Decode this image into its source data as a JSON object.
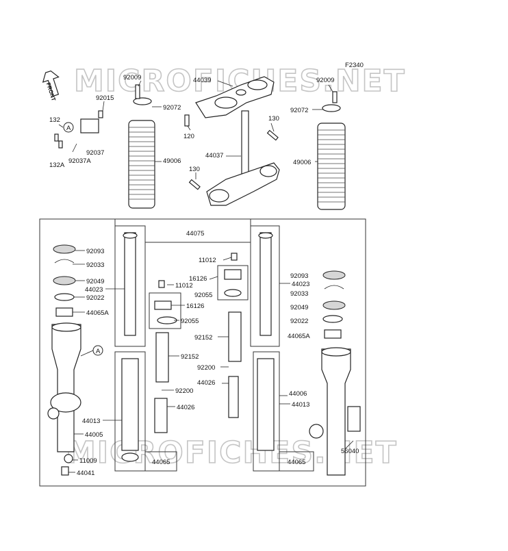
{
  "diagram": {
    "code": "F2340",
    "watermark": "MICROFICHES.NET",
    "front_label": "FRONT",
    "callouts": [
      {
        "id": "c_92009_l",
        "text": "92009"
      },
      {
        "id": "c_92015",
        "text": "92015"
      },
      {
        "id": "c_92072_l",
        "text": "92072"
      },
      {
        "id": "c_132",
        "text": "132"
      },
      {
        "id": "c_a_top",
        "text": "A"
      },
      {
        "id": "c_92037",
        "text": "92037"
      },
      {
        "id": "c_92037a",
        "text": "92037A"
      },
      {
        "id": "c_132a",
        "text": "132A"
      },
      {
        "id": "c_49006_l",
        "text": "49006"
      },
      {
        "id": "c_44039",
        "text": "44039"
      },
      {
        "id": "c_120",
        "text": "120"
      },
      {
        "id": "c_130_t",
        "text": "130"
      },
      {
        "id": "c_44037",
        "text": "44037"
      },
      {
        "id": "c_130_b",
        "text": "130"
      },
      {
        "id": "c_92009_r",
        "text": "92009"
      },
      {
        "id": "c_92072_r",
        "text": "92072"
      },
      {
        "id": "c_49006_r",
        "text": "49006"
      },
      {
        "id": "c_44075",
        "text": "44075"
      },
      {
        "id": "c_92093_l",
        "text": "92093"
      },
      {
        "id": "c_92033_l",
        "text": "92033"
      },
      {
        "id": "c_92049_l",
        "text": "92049"
      },
      {
        "id": "c_44023_l",
        "text": "44023"
      },
      {
        "id": "c_92022_l",
        "text": "92022"
      },
      {
        "id": "c_44065a_l",
        "text": "44065A"
      },
      {
        "id": "c_a_fork",
        "text": "A"
      },
      {
        "id": "c_11012_t",
        "text": "11012"
      },
      {
        "id": "c_16126_t",
        "text": "16126"
      },
      {
        "id": "c_11012_m",
        "text": "11012"
      },
      {
        "id": "c_92055_t",
        "text": "92055"
      },
      {
        "id": "c_16126_m",
        "text": "16126"
      },
      {
        "id": "c_92055_m",
        "text": "92055"
      },
      {
        "id": "c_92152_r",
        "text": "92152"
      },
      {
        "id": "c_92152_l",
        "text": "92152"
      },
      {
        "id": "c_92200_r",
        "text": "92200"
      },
      {
        "id": "c_44026_r",
        "text": "44026"
      },
      {
        "id": "c_92200_l",
        "text": "92200"
      },
      {
        "id": "c_44026_l",
        "text": "44026"
      },
      {
        "id": "c_92093_r",
        "text": "92093"
      },
      {
        "id": "c_44023_r",
        "text": "44023"
      },
      {
        "id": "c_92033_r",
        "text": "92033"
      },
      {
        "id": "c_92049_r",
        "text": "92049"
      },
      {
        "id": "c_92022_r",
        "text": "92022"
      },
      {
        "id": "c_44065a_r",
        "text": "44065A"
      },
      {
        "id": "c_44013_l",
        "text": "44013"
      },
      {
        "id": "c_44005",
        "text": "44005"
      },
      {
        "id": "c_11009",
        "text": "11009"
      },
      {
        "id": "c_44041",
        "text": "44041"
      },
      {
        "id": "c_44065_l",
        "text": "44065"
      },
      {
        "id": "c_44006",
        "text": "44006"
      },
      {
        "id": "c_44013_r",
        "text": "44013"
      },
      {
        "id": "c_44065_r",
        "text": "44065"
      },
      {
        "id": "c_56040",
        "text": "56040"
      }
    ]
  }
}
